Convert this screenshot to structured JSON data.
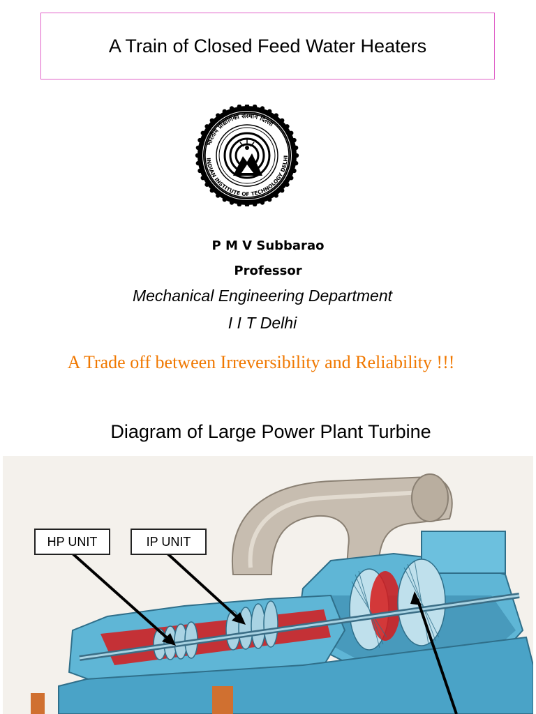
{
  "slide": {
    "title": "A Train of  Closed Feed Water Heaters",
    "seal": {
      "ring_text": "INDIAN INSTITUTE OF TECHNOLOGY DELHI",
      "ring_text_hindi": "भारतीय प्रौद्योगिकी संस्थान दिल्ली"
    },
    "author": {
      "name": "P M V Subbarao",
      "title": "Professor",
      "department": "Mechanical Engineering Department",
      "institute": "I I T Delhi"
    },
    "tagline": "A Trade off between  Irreversibility and Reliability !!!",
    "diagram": {
      "title": "Diagram of Large Power Plant Turbine",
      "labels": {
        "hp": "HP UNIT",
        "ip": "IP UNIT"
      }
    }
  },
  "colors": {
    "title_border": "#e060c8",
    "tagline": "#f07800",
    "turbine_blue": "#5fb6d6",
    "pipe_beige": "#c9bfb2",
    "cut_red": "#d01818"
  }
}
